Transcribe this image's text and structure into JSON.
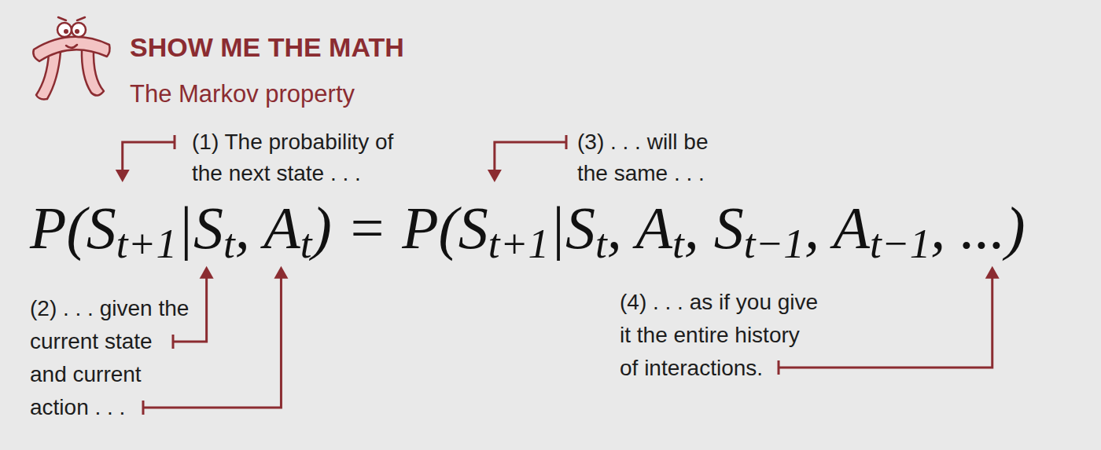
{
  "diagram": {
    "title": "SHOW ME THE MATH",
    "labels": [
      "The Markov property",
      "(1) The probability of the next state . . .",
      "(3) . . . will be the same . . .",
      "P(S",
      "t+1",
      "|S",
      "t",
      ", A",
      "t",
      ") = P(S",
      "t+1",
      "|S",
      "t",
      ", A",
      "t",
      ", S",
      "t−1",
      ", A",
      "t−1",
      ", ...)",
      "(2) . . . given the current state and current action . . .",
      "(4) . . . as if you give it the entire history of interactions."
    ]
  }
}
